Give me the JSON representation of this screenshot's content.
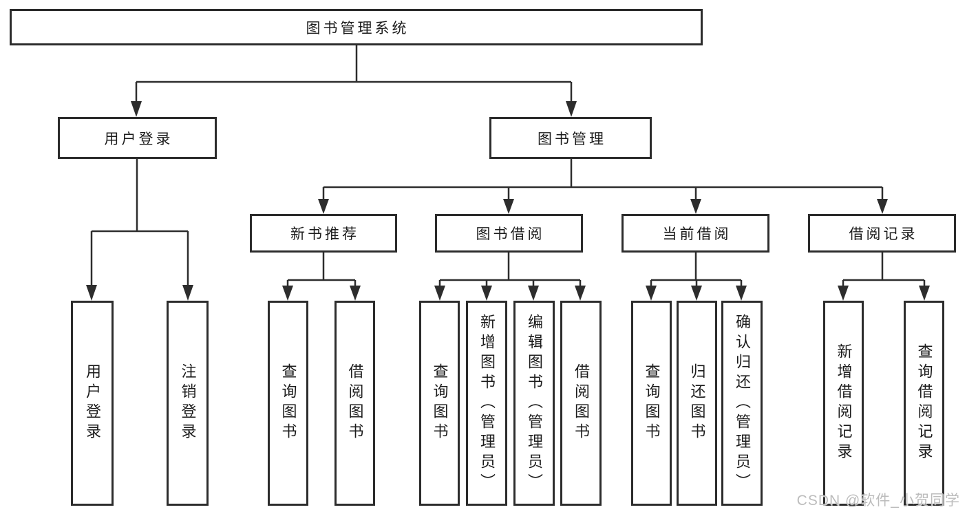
{
  "diagram": {
    "title": "图书管理系统",
    "type": "hierarchy-tree"
  },
  "colors": {
    "line": "#2d2d2d",
    "box_border": "#2c2c2c",
    "text": "#1c1c1c",
    "background": "#ffffff",
    "watermark": "#bcbcbc"
  },
  "tree": {
    "root": {
      "label": "图书管理系统"
    },
    "branches": [
      {
        "label": "用户登录",
        "children": [
          {
            "label": "用户登录"
          },
          {
            "label": "注销登录"
          }
        ]
      },
      {
        "label": "图书管理",
        "children": [
          {
            "label": "新书推荐",
            "children": [
              {
                "label": "查询图书"
              },
              {
                "label": "借阅图书"
              }
            ]
          },
          {
            "label": "图书借阅",
            "children": [
              {
                "label": "查询图书"
              },
              {
                "label": "新增图书（管理员）"
              },
              {
                "label": "编辑图书（管理员）"
              },
              {
                "label": "借阅图书"
              }
            ]
          },
          {
            "label": "当前借阅",
            "children": [
              {
                "label": "查询图书"
              },
              {
                "label": "归还图书"
              },
              {
                "label": "确认归还（管理员）"
              }
            ]
          },
          {
            "label": "借阅记录",
            "children": [
              {
                "label": "新增借阅记录"
              },
              {
                "label": "查询借阅记录"
              }
            ]
          }
        ]
      }
    ]
  },
  "watermark": {
    "text": "CSDN @软件_小贺同学"
  }
}
